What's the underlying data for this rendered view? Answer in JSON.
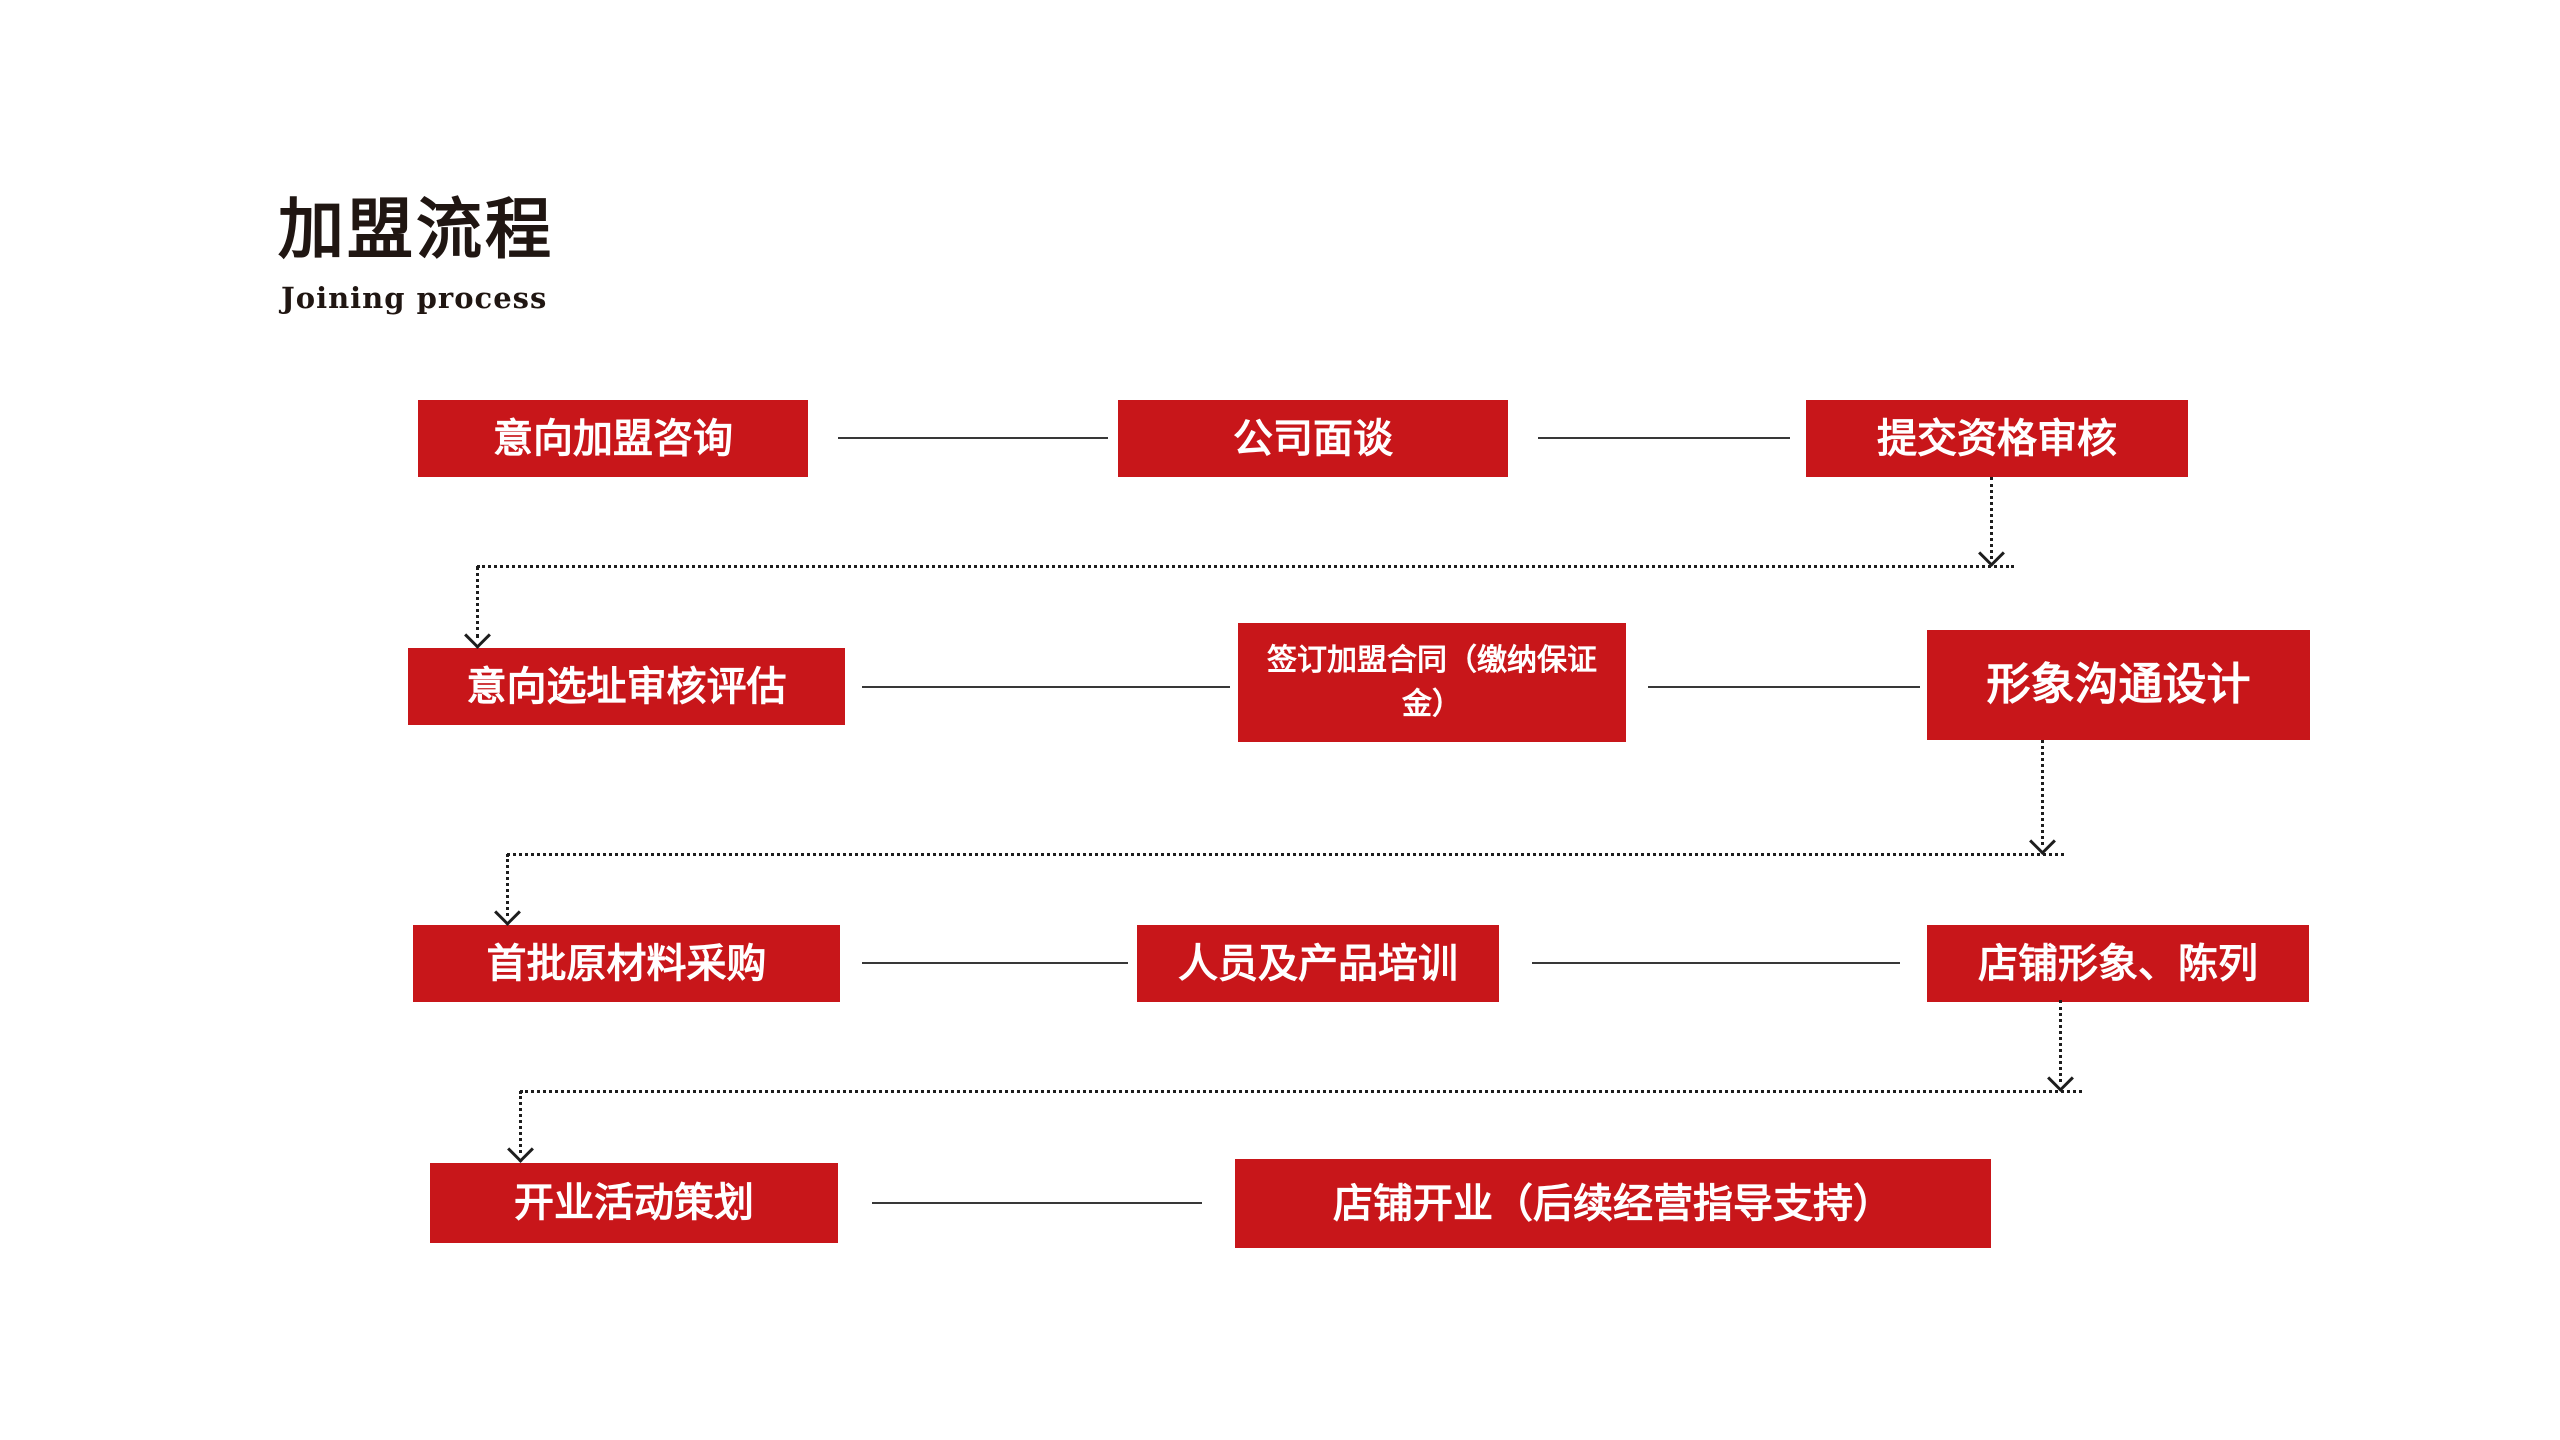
{
  "page": {
    "background": "#ffffff"
  },
  "title": {
    "zh": "加盟流程",
    "en": "Joining process"
  },
  "colors": {
    "box_red": "#c8161a",
    "box_text": "#ffffff",
    "connector_dotted": "#1d1d1d",
    "solid_line": "#383838",
    "title_text": "#201612"
  },
  "flow": {
    "nodes": [
      {
        "label": "意向加盟咨询"
      },
      {
        "label": "公司面谈"
      },
      {
        "label": "提交资格审核"
      },
      {
        "label": "意向选址审核评估"
      },
      {
        "label": "签订加盟合同（缴纳保证金）"
      },
      {
        "label": "形象沟通设计"
      },
      {
        "label": "首批原材料采购"
      },
      {
        "label": "人员及产品培训"
      },
      {
        "label": "店铺形象、陈列"
      },
      {
        "label": "开业活动策划"
      },
      {
        "label": "店铺开业（后续经营指导支持）"
      }
    ],
    "edges": [
      [
        0,
        1
      ],
      [
        1,
        2
      ],
      [
        2,
        3
      ],
      [
        3,
        4
      ],
      [
        4,
        5
      ],
      [
        5,
        6
      ],
      [
        6,
        7
      ],
      [
        7,
        8
      ],
      [
        8,
        9
      ],
      [
        9,
        10
      ]
    ]
  }
}
